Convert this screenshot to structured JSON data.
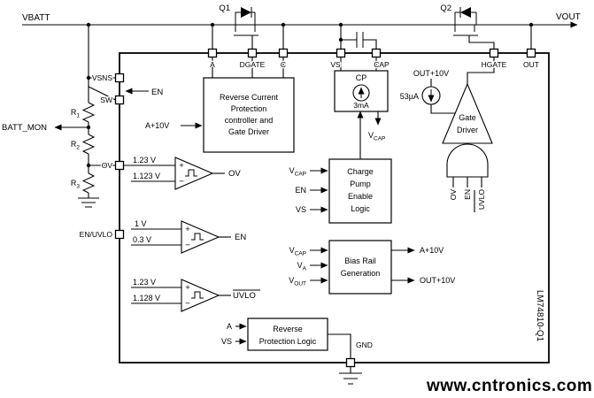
{
  "diagram": {
    "colors": {
      "watermark": "#8dc63f"
    },
    "labels": {
      "vbatt": "VBATT",
      "vout": "VOUT",
      "battmon": "BATT_MON",
      "q1": "Q1",
      "q2": "Q2",
      "en": "EN",
      "a10": "A+10V",
      "out10": "OUT+10V",
      "i53": "53µA",
      "v": "V",
      "sub_cap": "CAP",
      "sub_a": "A",
      "sub_out": "OUT",
      "vs": "VS",
      "a": "A",
      "r": "R",
      "r1": "1",
      "r2": "2",
      "r3": "3",
      "part": "LM74810-Q1",
      "watermark": "www.cntronics.com"
    },
    "pins": {
      "a": "A",
      "dgate": "DGATE",
      "c": "C",
      "vs": "VS",
      "cap": "CAP",
      "hgate": "HGATE",
      "out": "OUT",
      "vsns": "VSNS",
      "sw": "SW",
      "ov": "OV",
      "en_uvlo": "EN/UVLO",
      "gnd": "GND"
    },
    "blocks": {
      "rcp": [
        "Reverse Current",
        "Protection",
        "controller and",
        "Gate Driver"
      ],
      "cp": {
        "name": "CP",
        "current": "3mA"
      },
      "cpel": [
        "Charge",
        "Pump",
        "Enable",
        "Logic"
      ],
      "bias": [
        "Bias Rail",
        "Generation"
      ],
      "rpl": [
        "Reverse",
        "Protection Logic"
      ],
      "gd": [
        "Gate",
        "Driver"
      ]
    },
    "cmp": {
      "plus": "+",
      "minus": "−",
      "ov": {
        "t": "1.23 V",
        "b": "1.123 V",
        "o": "OV"
      },
      "en": {
        "t": "1 V",
        "b": "0.3 V",
        "o": "EN"
      },
      "uvlo": {
        "t": "1.23 V",
        "b": "1.128 V",
        "o": "UVLO"
      }
    }
  }
}
